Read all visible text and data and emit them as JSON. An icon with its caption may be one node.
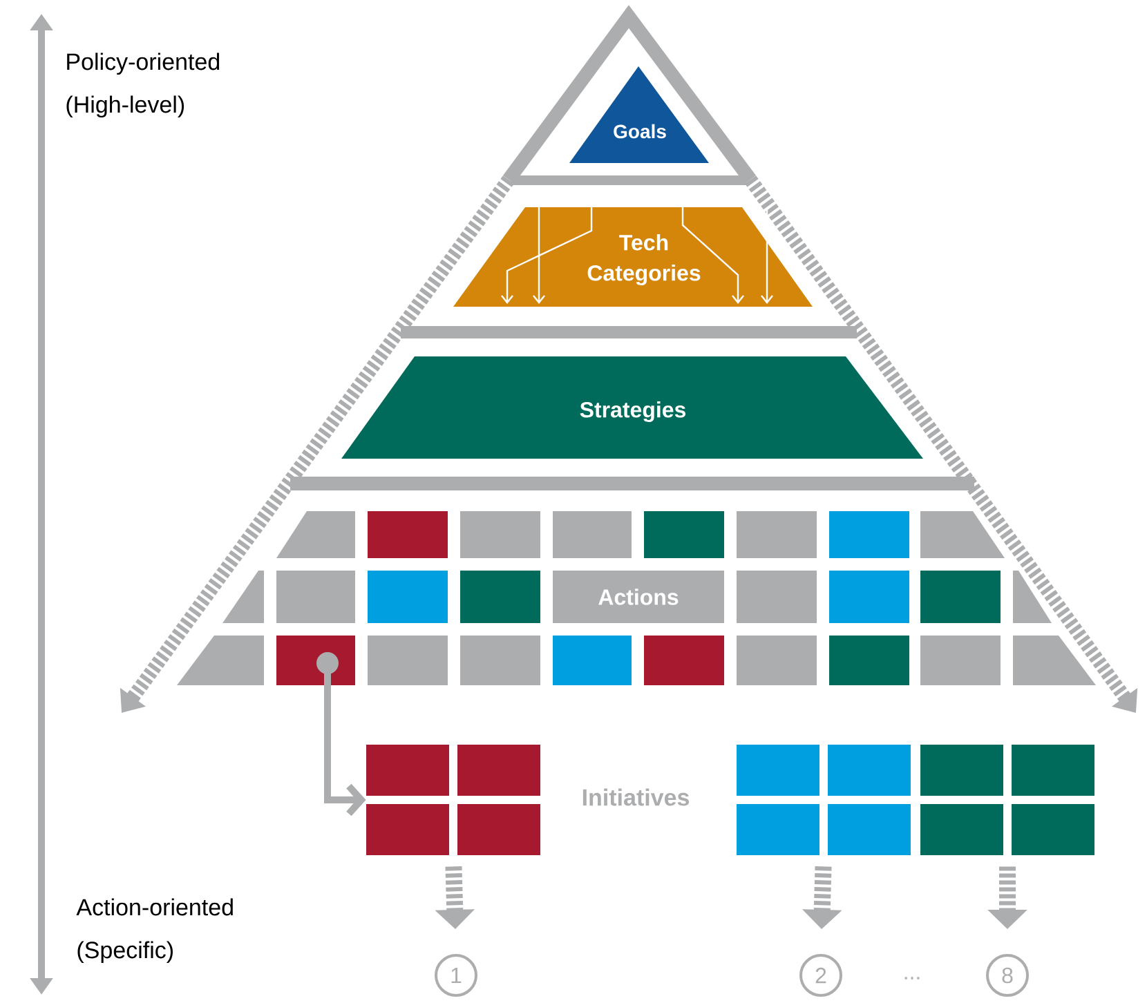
{
  "diagram": {
    "nodes": [
      {
        "text": [
          "Goals"
        ]
      },
      {
        "text": [
          "Tech Categories"
        ]
      },
      {
        "text": [
          "Strategies"
        ]
      },
      {
        "text": [
          "Actions"
        ]
      },
      {
        "text": [],
        "shape": "box"
      },
      {
        "text": [],
        "shape": "box"
      },
      {
        "text": [],
        "shape": "box"
      },
      {
        "text": [],
        "shape": "box"
      },
      {
        "text": [
          "1"
        ]
      },
      {
        "text": [
          "2"
        ]
      },
      {
        "text": [
          "8"
        ]
      }
    ],
    "edges": [
      {
        "from": 4,
        "to": 5,
        "arrow": "to"
      },
      {
        "from": 5,
        "to": 8,
        "arrow": "to",
        "style": "dashed"
      },
      {
        "from": 6,
        "to": 9,
        "arrow": "to",
        "style": "dashed"
      },
      {
        "from": 7,
        "to": 10,
        "arrow": "to",
        "style": "dashed"
      }
    ],
    "labels": [
      "Policy-oriented (High-level)",
      "Action-oriented (Specific)",
      "Initiatives",
      "..."
    ]
  }
}
